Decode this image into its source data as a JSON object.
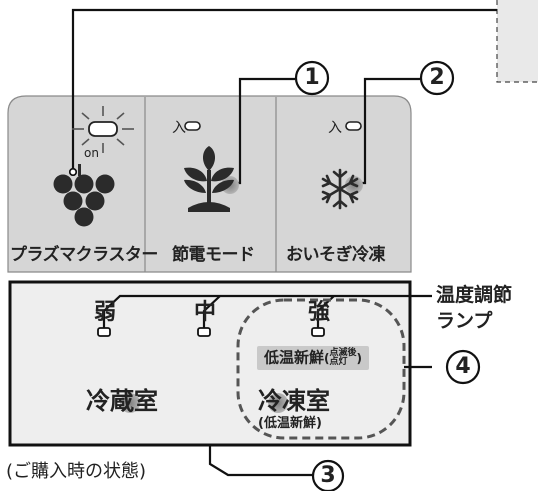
{
  "colors": {
    "panel_top": "#d4d4d4",
    "panel_bottom": "#ededed",
    "panel_border": "#8a8a8a",
    "outline": "#111111",
    "dark_icon": "#2b2b2b",
    "glow": "#9a9a9a",
    "tag_bg": "#c9c9c9"
  },
  "buttons": [
    {
      "label": "プラズマクラスター",
      "indicator": "on",
      "icon": "grape-icon"
    },
    {
      "label": "節電モード",
      "indicator": "入",
      "icon": "leaf-icon"
    },
    {
      "label": "おいそぎ冷凍",
      "indicator": "入",
      "icon": "snowflake-icon"
    }
  ],
  "temperature": {
    "levels": [
      "弱",
      "中",
      "強"
    ],
    "lamp_label_line1": "温度調節",
    "lamp_label_line2": "ランプ"
  },
  "tag": {
    "main": "低温新鮮",
    "sub1": "点滅後",
    "sub2": "点灯"
  },
  "rooms": {
    "fridge": "冷蔵室",
    "freezer": "冷凍室",
    "freezer_sub": "(低温新鮮)"
  },
  "callouts": [
    "1",
    "2",
    "3",
    "4"
  ],
  "footer_note": "(ご購入時の状態)"
}
